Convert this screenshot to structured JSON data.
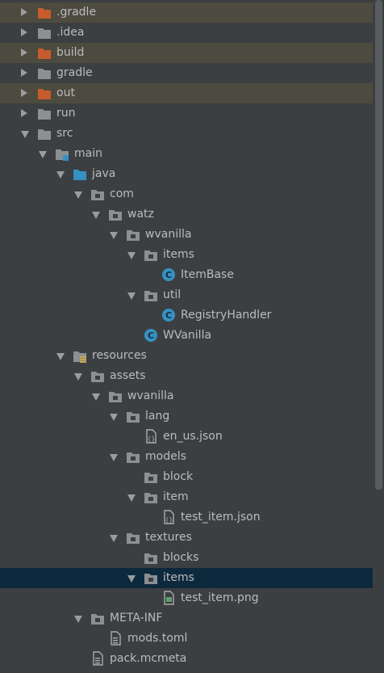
{
  "colors": {
    "background": "#3c3f41",
    "excluded_row": "#4d4a3f",
    "selected_row": "#0d293e",
    "folder": "#8c9092",
    "excluded_folder": "#c65c2e",
    "source_folder": "#3591c2",
    "class_badge": "#3592c4"
  },
  "tree": [
    {
      "label": ".gradle",
      "depth": 0,
      "arrow": "collapsed",
      "icon": "excluded-folder-icon",
      "excluded": true
    },
    {
      "label": ".idea",
      "depth": 0,
      "arrow": "collapsed",
      "icon": "folder-icon"
    },
    {
      "label": "build",
      "depth": 0,
      "arrow": "collapsed",
      "icon": "excluded-folder-icon",
      "excluded": true
    },
    {
      "label": "gradle",
      "depth": 0,
      "arrow": "collapsed",
      "icon": "folder-icon"
    },
    {
      "label": "out",
      "depth": 0,
      "arrow": "collapsed",
      "icon": "excluded-folder-icon",
      "excluded": true
    },
    {
      "label": "run",
      "depth": 0,
      "arrow": "collapsed",
      "icon": "folder-icon"
    },
    {
      "label": "src",
      "depth": 0,
      "arrow": "expanded",
      "icon": "folder-icon"
    },
    {
      "label": "main",
      "depth": 1,
      "arrow": "expanded",
      "icon": "module-folder-icon"
    },
    {
      "label": "java",
      "depth": 2,
      "arrow": "expanded",
      "icon": "source-folder-icon"
    },
    {
      "label": "com",
      "depth": 3,
      "arrow": "expanded",
      "icon": "package-icon"
    },
    {
      "label": "watz",
      "depth": 4,
      "arrow": "expanded",
      "icon": "package-icon"
    },
    {
      "label": "wvanilla",
      "depth": 5,
      "arrow": "expanded",
      "icon": "package-icon"
    },
    {
      "label": "items",
      "depth": 6,
      "arrow": "expanded",
      "icon": "package-icon"
    },
    {
      "label": "ItemBase",
      "depth": 7,
      "arrow": "none",
      "icon": "java-class-icon"
    },
    {
      "label": "util",
      "depth": 6,
      "arrow": "expanded",
      "icon": "package-icon"
    },
    {
      "label": "RegistryHandler",
      "depth": 7,
      "arrow": "none",
      "icon": "java-class-icon"
    },
    {
      "label": "WVanilla",
      "depth": 6,
      "arrow": "none",
      "icon": "java-class-icon"
    },
    {
      "label": "resources",
      "depth": 2,
      "arrow": "expanded",
      "icon": "resources-folder-icon"
    },
    {
      "label": "assets",
      "depth": 3,
      "arrow": "expanded",
      "icon": "package-icon"
    },
    {
      "label": "wvanilla",
      "depth": 4,
      "arrow": "expanded",
      "icon": "package-icon"
    },
    {
      "label": "lang",
      "depth": 5,
      "arrow": "expanded",
      "icon": "package-icon"
    },
    {
      "label": "en_us.json",
      "depth": 6,
      "arrow": "none",
      "icon": "json-file-icon"
    },
    {
      "label": "models",
      "depth": 5,
      "arrow": "expanded",
      "icon": "package-icon"
    },
    {
      "label": "block",
      "depth": 6,
      "arrow": "none",
      "icon": "package-icon"
    },
    {
      "label": "item",
      "depth": 6,
      "arrow": "expanded",
      "icon": "package-icon"
    },
    {
      "label": "test_item.json",
      "depth": 7,
      "arrow": "none",
      "icon": "json-file-icon"
    },
    {
      "label": "textures",
      "depth": 5,
      "arrow": "expanded",
      "icon": "package-icon"
    },
    {
      "label": "blocks",
      "depth": 6,
      "arrow": "none",
      "icon": "package-icon"
    },
    {
      "label": "items",
      "depth": 6,
      "arrow": "expanded",
      "icon": "package-icon",
      "selected": true
    },
    {
      "label": "test_item.png",
      "depth": 7,
      "arrow": "none",
      "icon": "image-file-icon"
    },
    {
      "label": "META-INF",
      "depth": 3,
      "arrow": "expanded",
      "icon": "package-icon"
    },
    {
      "label": "mods.toml",
      "depth": 4,
      "arrow": "none",
      "icon": "text-file-icon"
    },
    {
      "label": "pack.mcmeta",
      "depth": 3,
      "arrow": "none",
      "icon": "text-file-icon"
    }
  ]
}
